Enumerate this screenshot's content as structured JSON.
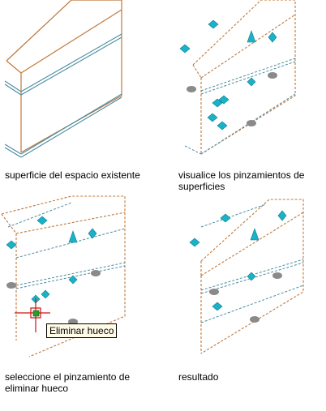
{
  "captions": {
    "top_left": "superficie del espacio existente",
    "top_right": "visualice los pinzamientos de\nsuperficies",
    "bottom_left": "seleccione el pinzamiento de\neliminar hueco",
    "bottom_right": "resultado"
  },
  "tooltip": {
    "label": "Eliminar hueco"
  },
  "colors": {
    "edge_orange": "#c0783c",
    "edge_teal": "#4a8ca0",
    "grip_cyan": "#1ab2c8",
    "grip_gray": "#8a8a8a",
    "cursor_red": "#d01010",
    "cursor_green": "#2a9d2a"
  }
}
